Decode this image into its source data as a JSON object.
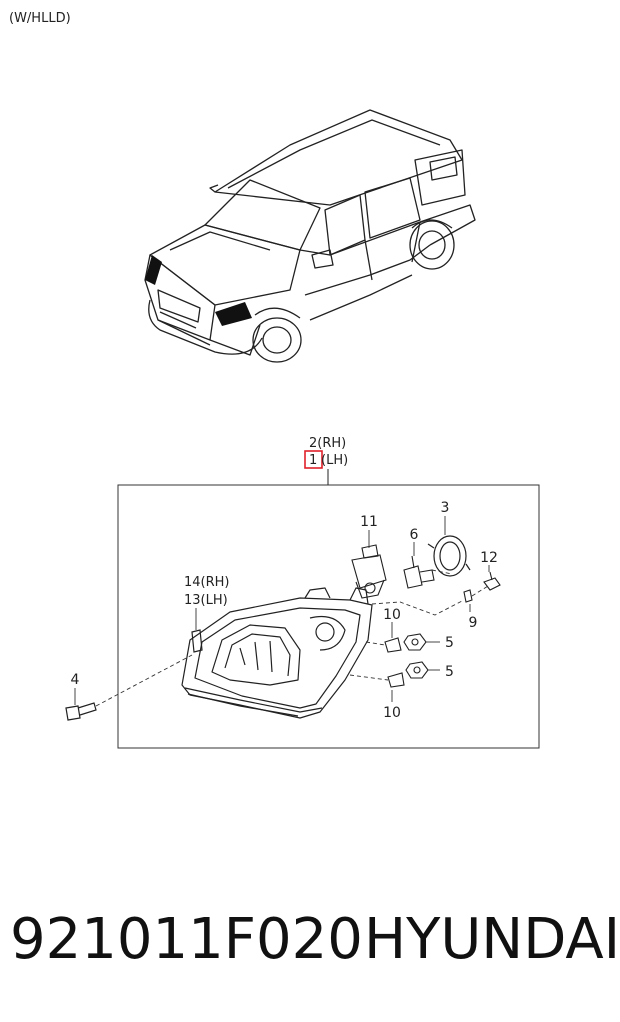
{
  "header": {
    "variant": "(W/HLLD)"
  },
  "callouts": {
    "main_rh": "2(RH)",
    "main_lh_num": "1",
    "main_lh_suffix": "(LH)",
    "p3": "3",
    "p4": "4",
    "p5a": "5",
    "p5b": "5",
    "p6": "6",
    "p9": "9",
    "p10a": "10",
    "p10b": "10",
    "p11": "11",
    "p12": "12",
    "p13": "13(LH)",
    "p14": "14(RH)"
  },
  "highlight_color": "#e0202a",
  "footer": {
    "part_number": "921011F020",
    "brand": "HYUNDAI"
  }
}
